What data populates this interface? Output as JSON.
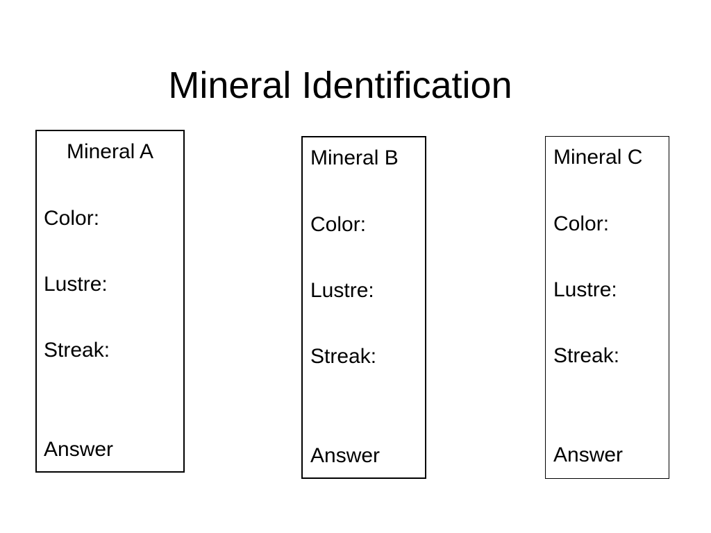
{
  "slide": {
    "title": "Mineral Identification"
  },
  "cards": [
    {
      "heading": "Mineral A",
      "color_label": "Color:",
      "lustre_label": "Lustre:",
      "streak_label": "Streak:",
      "answer_label": "Answer"
    },
    {
      "heading": "Mineral B",
      "color_label": "Color:",
      "lustre_label": "Lustre:",
      "streak_label": "Streak:",
      "answer_label": "Answer"
    },
    {
      "heading": "Mineral C",
      "color_label": "Color:",
      "lustre_label": "Lustre:",
      "streak_label": "Streak:",
      "answer_label": "Answer"
    }
  ]
}
